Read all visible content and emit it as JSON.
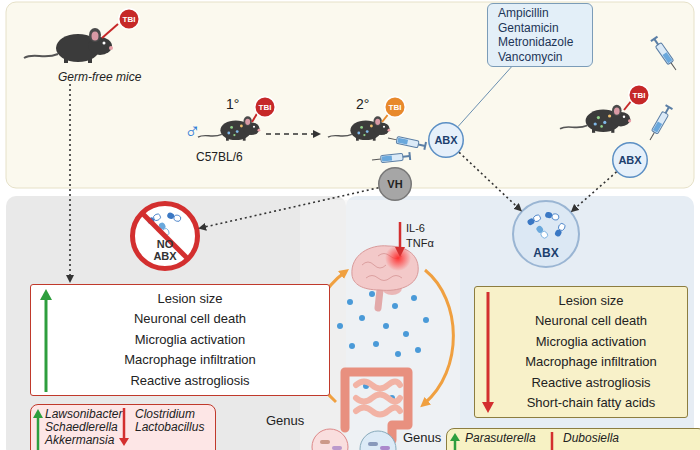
{
  "diagram": {
    "nodes": [
      {
        "text": [
          "TBI"
        ]
      },
      {
        "text": [
          "TBI"
        ]
      },
      {
        "text": [
          "TBI"
        ]
      },
      {
        "text": [
          "Ampicillin",
          "Gentamicin",
          "Metronidazole",
          "Vancomycin"
        ]
      },
      {
        "text": [
          "ABX"
        ]
      },
      {
        "text": [
          "VH"
        ]
      },
      {
        "text": [
          "TBI"
        ]
      },
      {
        "text": [
          "ABX"
        ]
      },
      {
        "text": [
          "NO ABX"
        ]
      },
      {
        "text": [
          "ABX"
        ]
      },
      {
        "text": [
          "Lesion size",
          "Neuronal cell death",
          "Microglia activation",
          "Macrophage infiltration",
          "Reactive astrogliosis"
        ]
      },
      {
        "text": [
          "Lesion size",
          "Neuronal cell death",
          "Microglia activation",
          "Macrophage infiltration",
          "Reactive astrogliosis",
          "Short-chain fatty acids"
        ]
      },
      {
        "text": [
          "Lawsonibacter",
          "Schaedlerella",
          "Akkermansia",
          "Clostridium",
          "Lactobacillus"
        ]
      },
      {
        "text": [
          "Parasuterella",
          "Dubosiella"
        ]
      }
    ],
    "edges": [
      {
        "from": 3,
        "to": 4,
        "arrow": "none"
      },
      {
        "from": 4,
        "to": 9,
        "arrow": "to"
      },
      {
        "from": 7,
        "to": 9,
        "arrow": "to"
      },
      {
        "from": 5,
        "to": 8,
        "arrow": "to"
      }
    ],
    "labels": [
      "Germ-free mice",
      "♂",
      "1°",
      "C57BL/6",
      "2°",
      "IL-6",
      "TNFα",
      "Genus",
      "Genus"
    ]
  }
}
